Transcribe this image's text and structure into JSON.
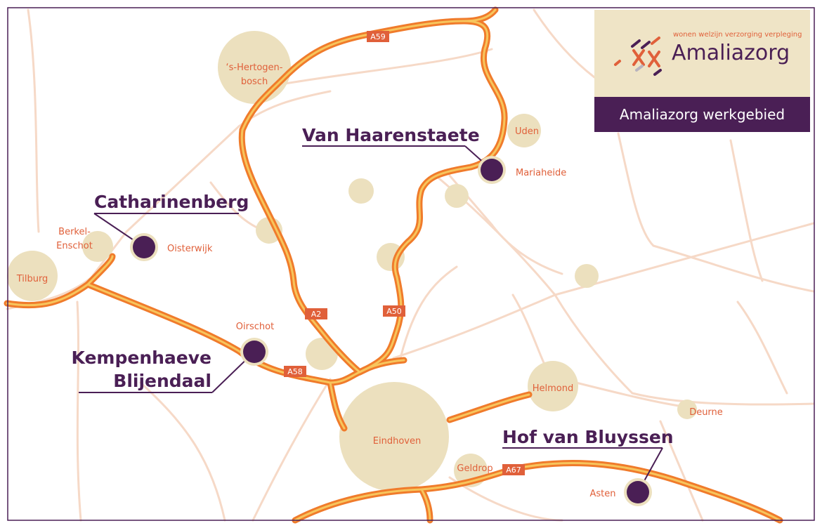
{
  "brand": {
    "tagline": "wonen welzijn verzorging verpleging",
    "name": "Amaliazorg",
    "region_label": "Amaliazorg werkgebied"
  },
  "colors": {
    "road_outer": "#f07b2b",
    "road_inner": "#f7c55c",
    "minor_road": "#f6d9c7",
    "city_fill": "#ece0be",
    "location_dot": "#4a1f55",
    "label_orange": "#e0603a",
    "title_purple": "#4a1f55",
    "border": "#4a1f55"
  },
  "roads": [
    {
      "id": "A59",
      "label": "A59"
    },
    {
      "id": "A2",
      "label": "A2"
    },
    {
      "id": "A50",
      "label": "A50"
    },
    {
      "id": "A58",
      "label": "A58"
    },
    {
      "id": "A67",
      "label": "A67"
    }
  ],
  "cities": [
    {
      "id": "s-hertogenbosch",
      "label_lines": [
        "‘s-Hertogen-",
        "bosch"
      ]
    },
    {
      "id": "uden",
      "label_lines": [
        "Uden"
      ]
    },
    {
      "id": "mariaheide",
      "label_lines": [
        "Mariaheide"
      ]
    },
    {
      "id": "berkel-enschot",
      "label_lines": [
        "Berkel-",
        "Enschot"
      ]
    },
    {
      "id": "oisterwijk",
      "label_lines": [
        "Oisterwijk"
      ]
    },
    {
      "id": "tilburg",
      "label_lines": [
        "Tilburg"
      ]
    },
    {
      "id": "oirschot",
      "label_lines": [
        "Oirschot"
      ]
    },
    {
      "id": "helmond",
      "label_lines": [
        "Helmond"
      ]
    },
    {
      "id": "deurne",
      "label_lines": [
        "Deurne"
      ]
    },
    {
      "id": "eindhoven",
      "label_lines": [
        "Eindhoven"
      ]
    },
    {
      "id": "geldrop",
      "label_lines": [
        "Geldrop"
      ]
    },
    {
      "id": "asten",
      "label_lines": [
        "Asten"
      ]
    }
  ],
  "locations": [
    {
      "id": "van-haarenstaete",
      "title_lines": [
        "Van Haarenstaete"
      ]
    },
    {
      "id": "catharinenberg",
      "title_lines": [
        "Catharinenberg"
      ]
    },
    {
      "id": "kempenhaeve",
      "title_lines": [
        "Kempenhaeve",
        "Blijendaal"
      ]
    },
    {
      "id": "hof-van-bluyssen",
      "title_lines": [
        "Hof van Bluyssen"
      ]
    }
  ]
}
